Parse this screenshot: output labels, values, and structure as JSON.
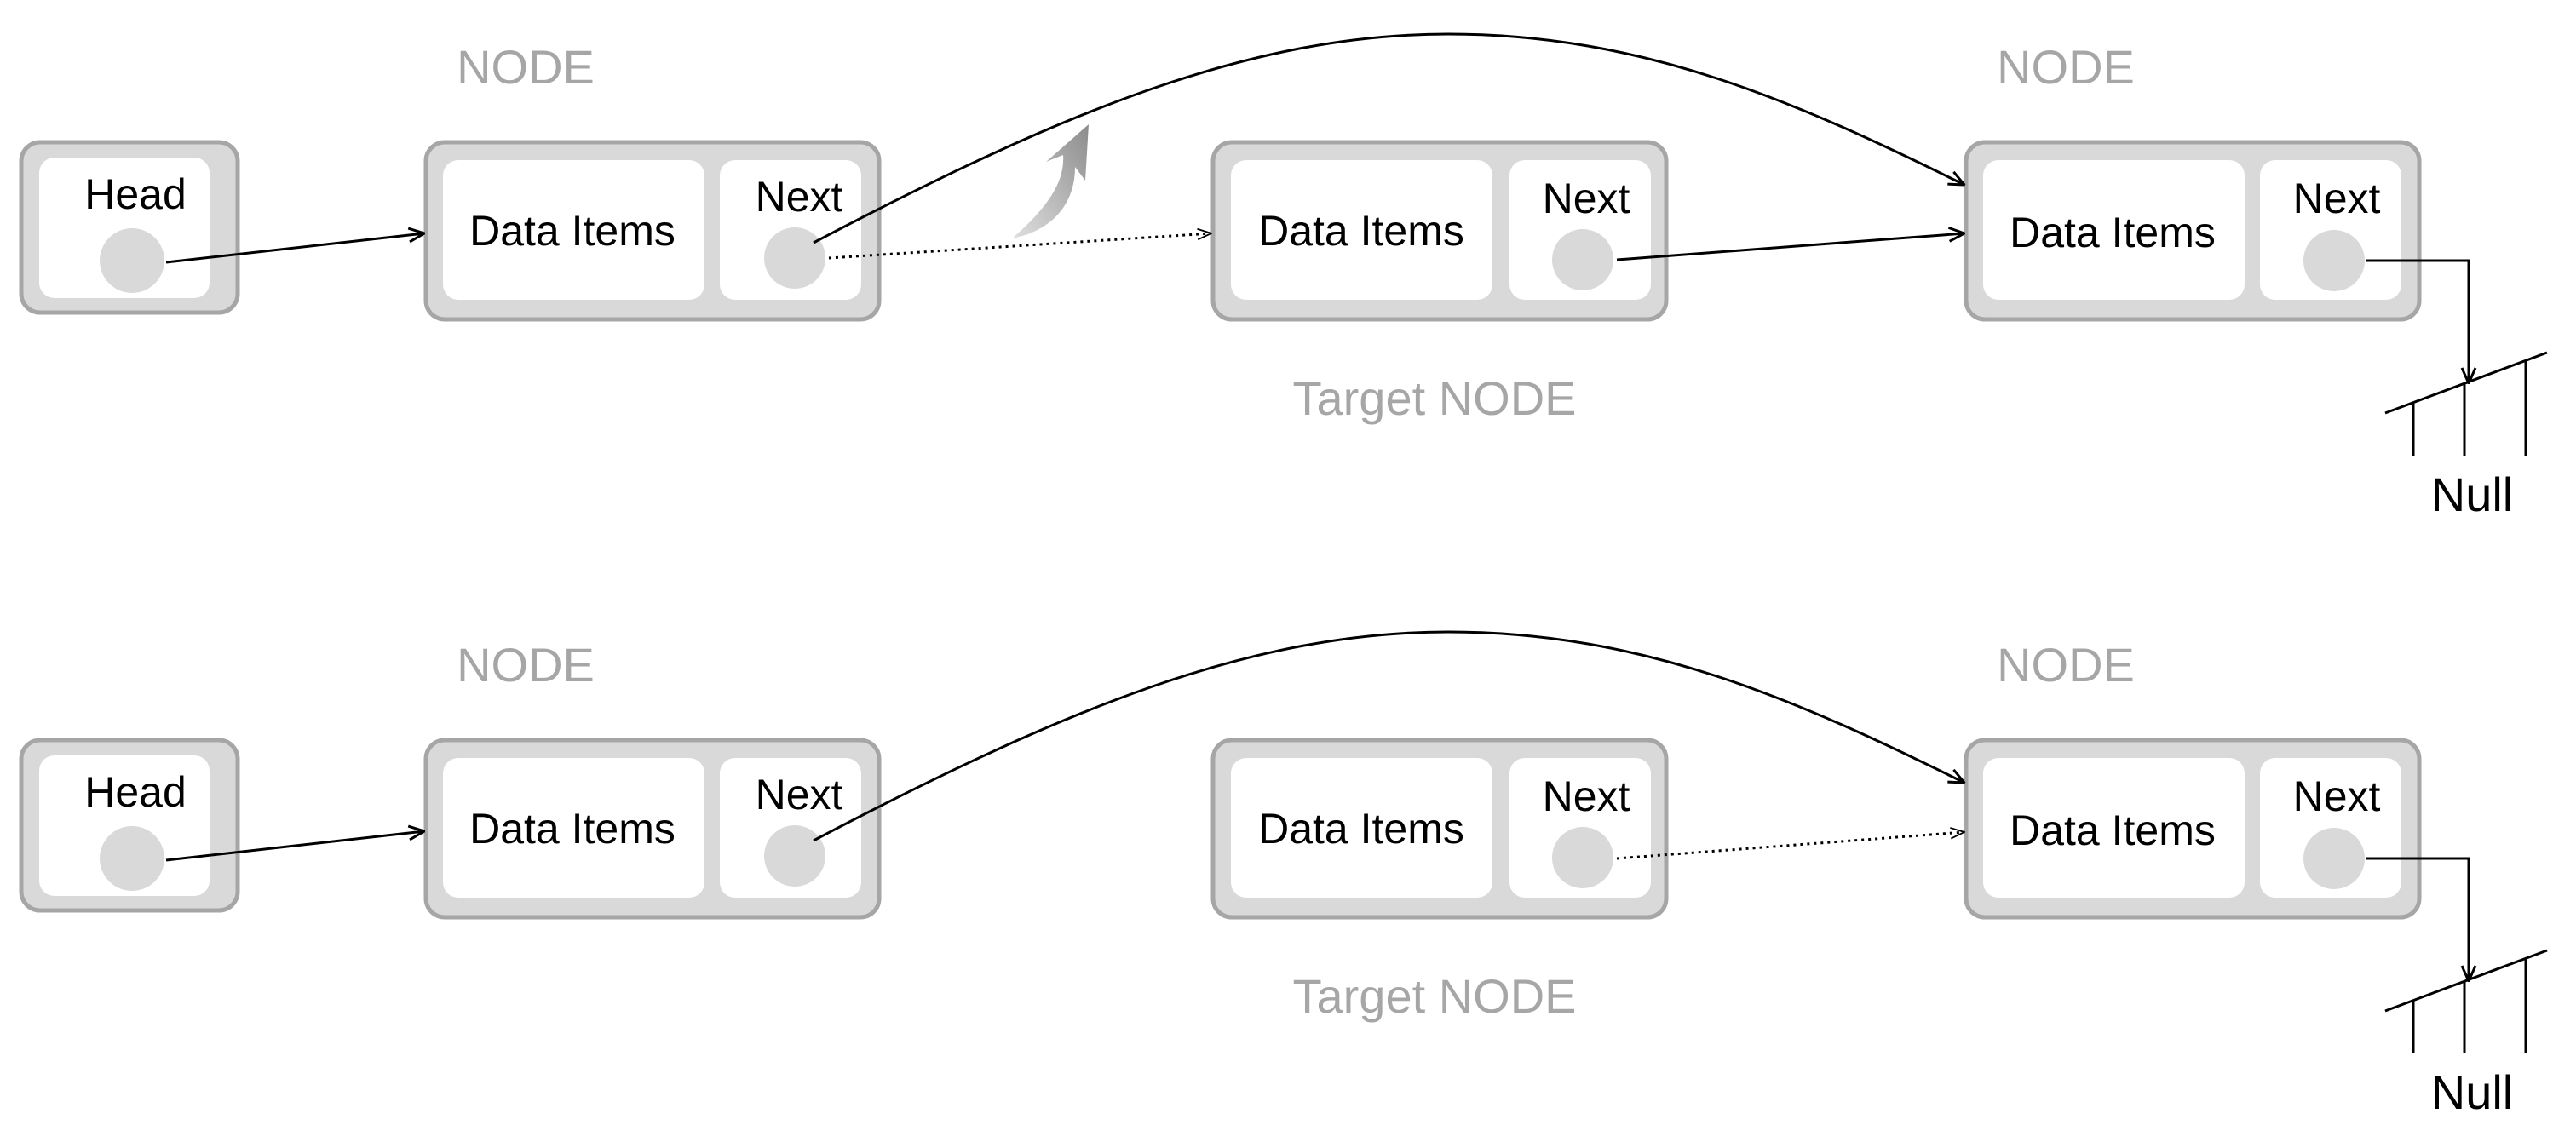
{
  "diagrams": [
    {
      "head_label": "Head",
      "nodes": [
        {
          "title": "NODE",
          "data_label": "Data Items",
          "next_label": "Next"
        },
        {
          "title": "Target NODE",
          "data_label": "Data Items",
          "next_label": "Next"
        },
        {
          "title": "NODE",
          "data_label": "Data Items",
          "next_label": "Next"
        }
      ],
      "null_label": "Null"
    },
    {
      "head_label": "Head",
      "nodes": [
        {
          "title": "NODE",
          "data_label": "Data Items",
          "next_label": "Next"
        },
        {
          "title": "Target NODE",
          "data_label": "Data Items",
          "next_label": "Next"
        },
        {
          "title": "NODE",
          "data_label": "Data Items",
          "next_label": "Next"
        }
      ],
      "null_label": "Null"
    }
  ],
  "colors": {
    "box_fill": "#d9d9d9",
    "box_border": "#a6a6a6",
    "label_gray": "#a6a6a6",
    "line": "#000000"
  }
}
